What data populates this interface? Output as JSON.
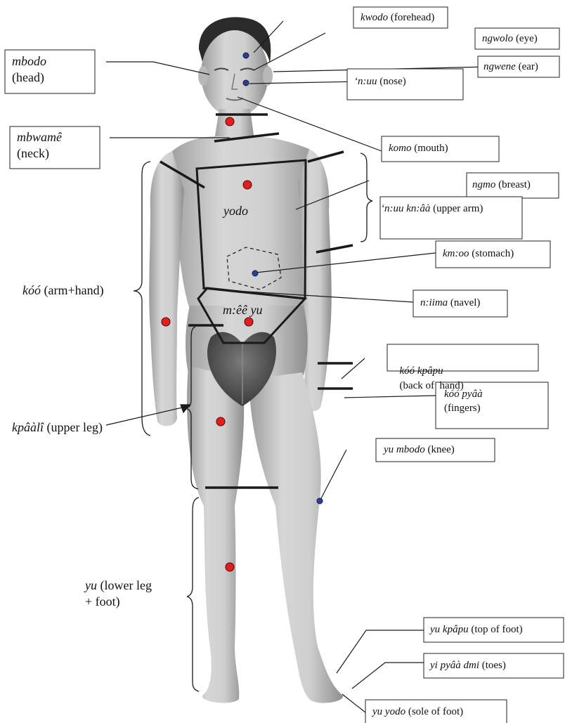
{
  "labels": {
    "head": {
      "term": "mbodo",
      "gloss": "(head)"
    },
    "neck": {
      "term": "mbwamê",
      "gloss": "(neck)"
    },
    "arm": {
      "term": "kóó",
      "gloss": "(arm+hand)"
    },
    "upperleg": {
      "term": "kpâàlî",
      "gloss": "(upper leg)"
    },
    "lowerleg": {
      "term": "yu",
      "gloss": "(lower leg",
      "gloss2": "+ foot)"
    },
    "forehead": {
      "term": "kwodo",
      "gloss": "(forehead)"
    },
    "eye": {
      "term": "ngwolo",
      "gloss": "(eye)"
    },
    "ear": {
      "term": "ngwene",
      "gloss": "(ear)"
    },
    "nose": {
      "term": "‘n:uu",
      "gloss": "(nose)"
    },
    "mouth": {
      "term": "komo",
      "gloss": "(mouth)"
    },
    "breast": {
      "term": "ngmo",
      "gloss": "(breast)"
    },
    "upperarm": {
      "term": "‘n:uu kn:âà",
      "gloss": "(upper arm)"
    },
    "stomach": {
      "term": "km:oo",
      "gloss": "(stomach)"
    },
    "navel": {
      "term": "n:iima",
      "gloss": "(navel)"
    },
    "backofhand": {
      "term": "kóó kpâpu",
      "gloss": "(back of  hand)"
    },
    "fingers": {
      "term": "kóó pyâà",
      "gloss": "(fingers)"
    },
    "knee": {
      "term": "yu mbodo",
      "gloss": "(knee)"
    },
    "topoffoot": {
      "term": "yu kpâpu",
      "gloss": "(top of foot)"
    },
    "toes": {
      "term": "yi pyâà dmi",
      "gloss": "(toes)"
    },
    "soleoffoot": {
      "term": "yu yodo",
      "gloss": "(sole of foot)"
    },
    "chest": {
      "term": "yodo"
    },
    "groin": {
      "term": "m:êê yu"
    }
  },
  "colors": {
    "red_dot": "#e02020",
    "blue_dot": "#2f3e8f",
    "skin": "#cfcfcf",
    "line": "#1a1a1a"
  }
}
